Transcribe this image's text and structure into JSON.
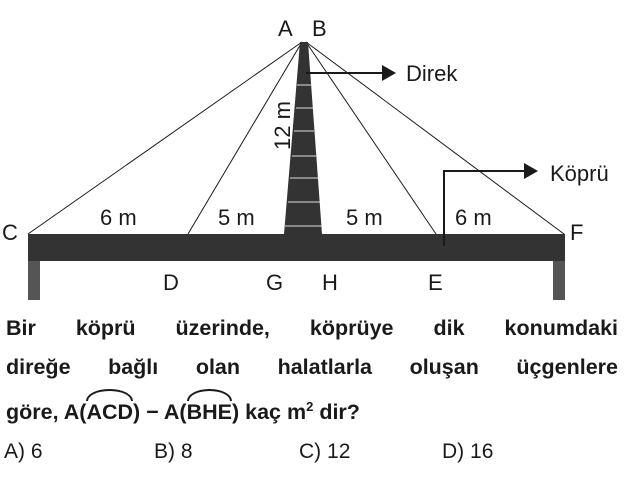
{
  "diagram": {
    "points": {
      "A": "A",
      "B": "B",
      "C": "C",
      "D": "D",
      "E": "E",
      "F": "F",
      "G": "G",
      "H": "H"
    },
    "labels": {
      "mast": "Direk",
      "bridge": "Köprü",
      "height": "12 m",
      "cd": "6 m",
      "dg": "5 m",
      "he": "5 m",
      "ef": "6 m"
    }
  },
  "question": {
    "line1": "Bir köprü üzerinde, köprüye dik konumdaki",
    "line2": "direğe bağlı olan halatlarla oluşan üçgenlere",
    "line3_pre": "göre, A(",
    "acd": "ACD",
    "line3_mid": ") − A(",
    "bhe": "BHE",
    "line3_post": ") kaç m",
    "sup": "2",
    "line3_end": " dir?"
  },
  "options": [
    {
      "label": "A)",
      "value": "6"
    },
    {
      "label": "B)",
      "value": "8"
    },
    {
      "label": "C)",
      "value": "12"
    },
    {
      "label": "D)",
      "value": "16"
    }
  ]
}
